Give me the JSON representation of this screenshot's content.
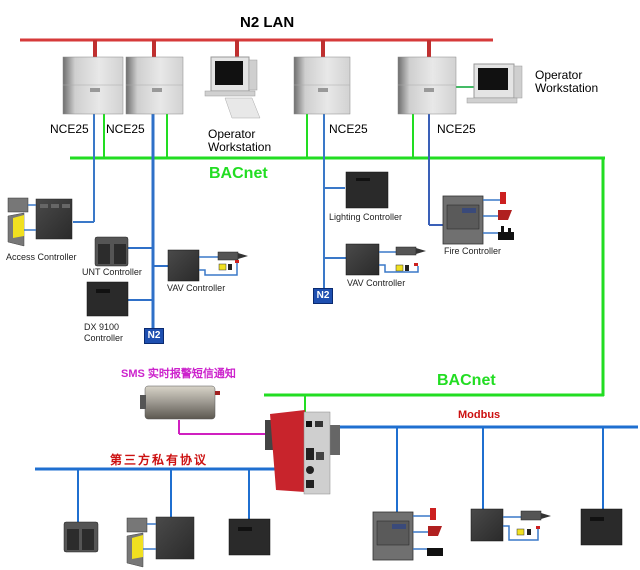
{
  "title": "N2 LAN",
  "networks": {
    "n2_lan": "N2 LAN",
    "bacnet_upper": "BACnet",
    "bacnet_lower": "BACnet",
    "modbus": "Modbus",
    "third_party": "第三方私有协议",
    "sms": "SMS 实时报警短信通知",
    "n2_tag": "N2"
  },
  "top_devices": {
    "nce_1": "NCE25",
    "nce_2": "NCE25",
    "nce_3": "NCE25",
    "nce_4": "NCE25",
    "workstation_1_line1": "Operator",
    "workstation_1_line2": "Workstation",
    "workstation_2_line1": "Operator",
    "workstation_2_line2": "Workstation"
  },
  "field_devices": {
    "access_controller": "Access Controller",
    "unt_controller": "UNT Controller",
    "vav_controller_left": "VAV Controller",
    "dx_controller_line1": "DX 9100",
    "dx_controller_line2": "Controller",
    "lighting_controller": "Lighting Controller",
    "vav_controller_right": "VAV Controller",
    "fire_controller": "Fire Controller"
  },
  "colors": {
    "n2_lan": "#d63a3a",
    "bacnet": "#22dd22",
    "n2_bus": "#3a78c8",
    "modbus_bus": "#1f6fd0",
    "sms_link": "#d020c0",
    "gateway": "#c8242c"
  }
}
